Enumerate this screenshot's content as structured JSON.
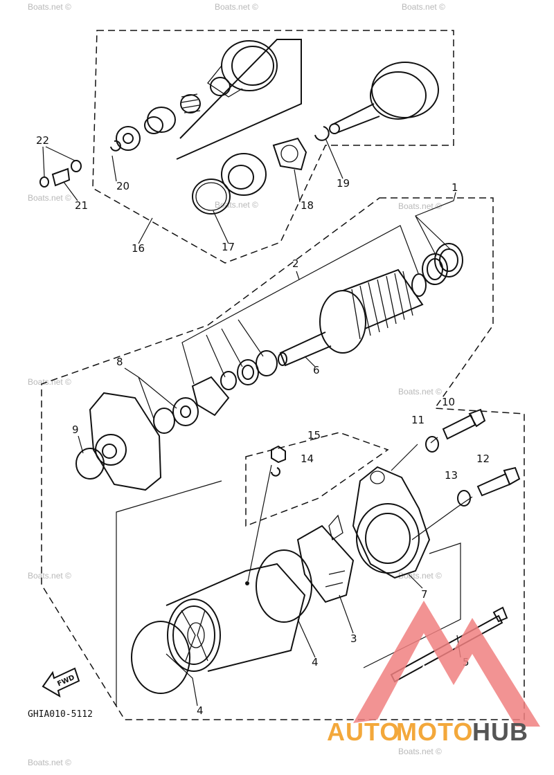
{
  "diagram": {
    "code": "GHIA010-5112",
    "fwd_label": "FWD",
    "watermark": "Boats.net ©",
    "labels": [
      {
        "id": "1",
        "text": "1"
      },
      {
        "id": "2",
        "text": "2"
      },
      {
        "id": "3",
        "text": "3"
      },
      {
        "id": "4a",
        "text": "4"
      },
      {
        "id": "4b",
        "text": "4"
      },
      {
        "id": "5",
        "text": "5"
      },
      {
        "id": "6",
        "text": "6"
      },
      {
        "id": "7",
        "text": "7"
      },
      {
        "id": "8",
        "text": "8"
      },
      {
        "id": "9",
        "text": "9"
      },
      {
        "id": "10",
        "text": "10"
      },
      {
        "id": "11",
        "text": "11"
      },
      {
        "id": "12",
        "text": "12"
      },
      {
        "id": "13",
        "text": "13"
      },
      {
        "id": "14",
        "text": "14"
      },
      {
        "id": "15",
        "text": "15"
      },
      {
        "id": "16",
        "text": "16"
      },
      {
        "id": "17",
        "text": "17"
      },
      {
        "id": "18",
        "text": "18"
      },
      {
        "id": "19",
        "text": "19"
      },
      {
        "id": "20",
        "text": "20"
      },
      {
        "id": "21",
        "text": "21"
      },
      {
        "id": "22",
        "text": "22"
      }
    ]
  },
  "logo": {
    "text_auto": "AUTO",
    "text_moto": "MOTO",
    "text_hub": "HUB",
    "colors": {
      "auto": "#f3a83b",
      "moto": "#f3a83b",
      "hub": "#555555",
      "triangle": "#f08080"
    }
  }
}
